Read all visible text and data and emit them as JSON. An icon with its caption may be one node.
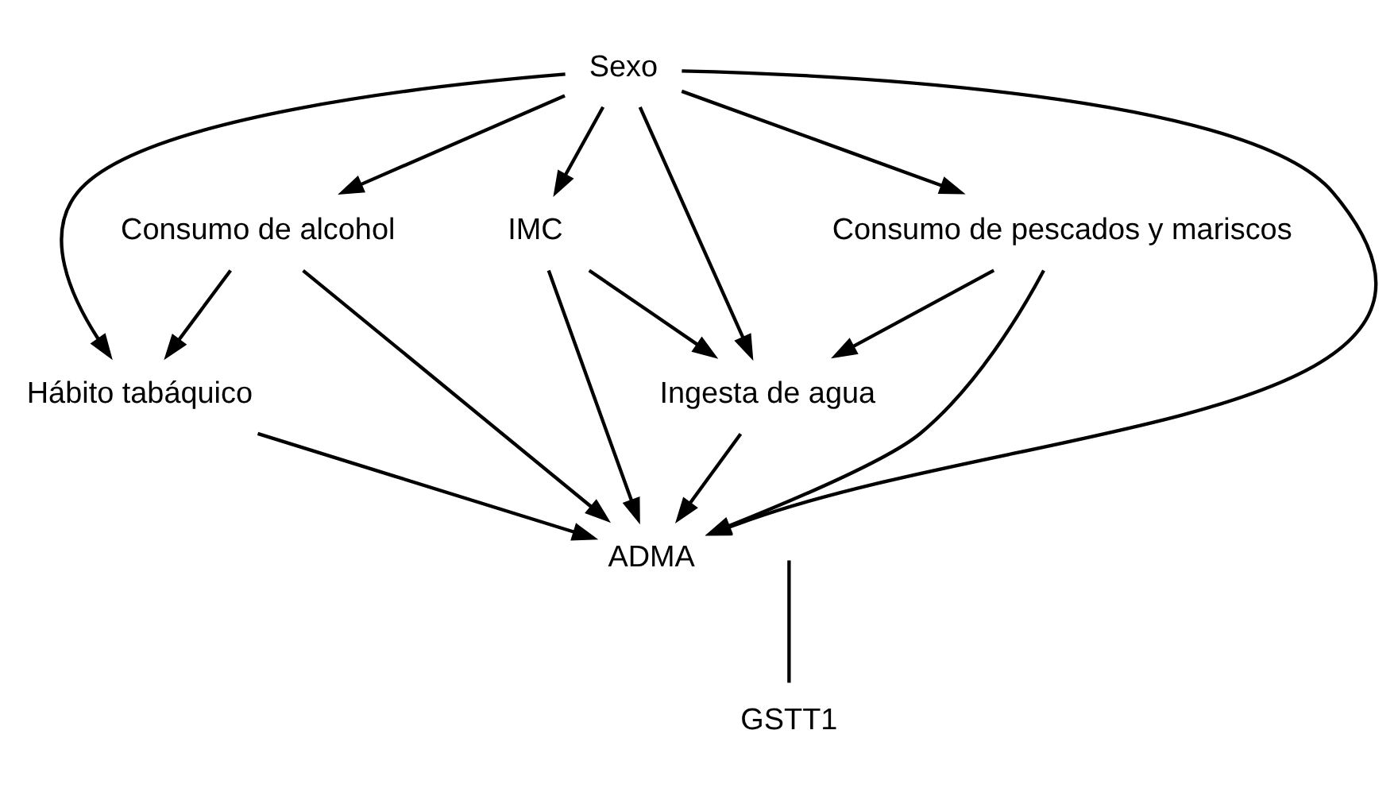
{
  "diagram": {
    "nodes": [
      {
        "text": [
          "Sexo"
        ]
      },
      {
        "text": [
          "Consumo de alcohol"
        ]
      },
      {
        "text": [
          "Hábito tabáquico"
        ]
      },
      {
        "text": [
          "IMC"
        ]
      },
      {
        "text": [
          "Consumo de pescados y mariscos"
        ]
      },
      {
        "text": [
          "Ingesta de agua"
        ]
      },
      {
        "text": [
          "ADMA"
        ]
      },
      {
        "text": [
          "GSTT1"
        ]
      }
    ],
    "edges": [
      {
        "from": 0,
        "to": 1,
        "arrow": "to"
      },
      {
        "from": 0,
        "to": 2,
        "arrow": "to"
      },
      {
        "from": 0,
        "to": 3,
        "arrow": "to"
      },
      {
        "from": 0,
        "to": 4,
        "arrow": "to"
      },
      {
        "from": 0,
        "to": 6,
        "arrow": "to"
      },
      {
        "from": 0,
        "to": 5,
        "arrow": "to"
      },
      {
        "from": 1,
        "to": 2,
        "arrow": "to"
      },
      {
        "from": 1,
        "to": 6,
        "arrow": "to"
      },
      {
        "from": 2,
        "to": 6,
        "arrow": "to"
      },
      {
        "from": 3,
        "to": 5,
        "arrow": "to"
      },
      {
        "from": 3,
        "to": 6,
        "arrow": "to"
      },
      {
        "from": 4,
        "to": 5,
        "arrow": "to"
      },
      {
        "from": 4,
        "to": 6,
        "arrow": "to"
      },
      {
        "from": 5,
        "to": 6,
        "arrow": "to"
      },
      {
        "from": 7,
        "to": null,
        "arrow": "none"
      }
    ]
  }
}
